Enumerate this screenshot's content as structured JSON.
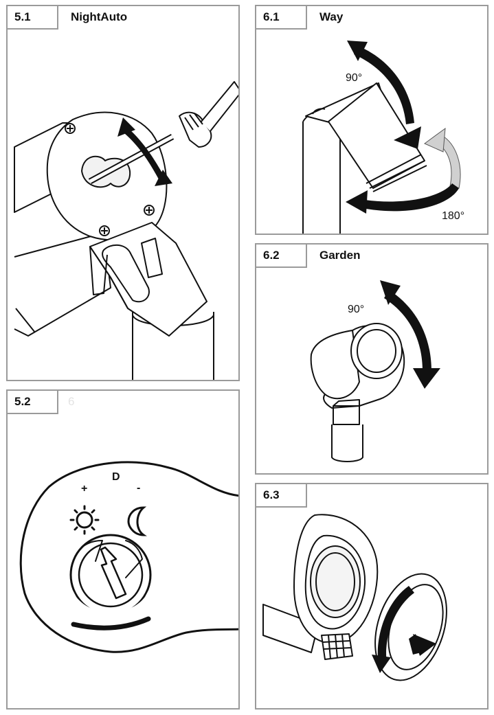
{
  "panels": {
    "p51": {
      "number": "5.1",
      "title": "NightAuto"
    },
    "p52": {
      "number": "5.2",
      "title": "6"
    },
    "p61": {
      "number": "6.1",
      "title": "Way",
      "angle_top": "90°",
      "angle_bottom": "180°"
    },
    "p62": {
      "number": "6.2",
      "title": "Garden",
      "angle": "90°"
    },
    "p63": {
      "number": "6.3"
    }
  },
  "dial": {
    "letter": "D",
    "plus": "+",
    "minus": "-"
  },
  "colors": {
    "border": "#9a9a9a",
    "ink": "#111111",
    "arrow_grey": "#bdbdbd"
  }
}
